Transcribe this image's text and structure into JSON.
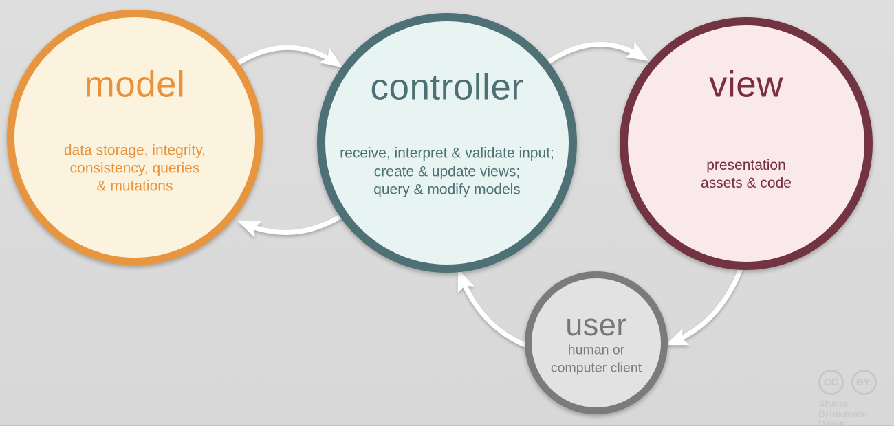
{
  "diagram": {
    "type": "cycle-flow",
    "nodes": {
      "model": {
        "title": "model",
        "description": "data storage, integrity,\nconsistency, queries\n& mutations",
        "border_color": "#e8953f",
        "fill_color": "#fcf3de",
        "text_color": "#e8923c"
      },
      "controller": {
        "title": "controller",
        "description": "receive, interpret & validate input;\ncreate & update views;\nquery & modify models",
        "border_color": "#4e7175",
        "fill_color": "#e7f4f2",
        "text_color": "#4d7074"
      },
      "view": {
        "title": "view",
        "description": "presentation\nassets & code",
        "border_color": "#733441",
        "fill_color": "#fae9eb",
        "text_color": "#7a2f3f"
      },
      "user": {
        "title": "user",
        "description": "human or\ncomputer client",
        "border_color": "#7b7b7b",
        "fill_color": "#e2e2e2",
        "text_color": "#7b7b7b"
      }
    },
    "edges": [
      {
        "from": "model",
        "to": "controller"
      },
      {
        "from": "controller",
        "to": "view"
      },
      {
        "from": "controller",
        "to": "model"
      },
      {
        "from": "view",
        "to": "user"
      },
      {
        "from": "user",
        "to": "controller"
      }
    ],
    "arrow_color": "#ffffff",
    "background_color": "#dbdbdb"
  },
  "attribution": {
    "cc": "CC",
    "by": "BY:",
    "author": "Shane\nBrinkman-Davis",
    "color": "#c8c8c8"
  }
}
